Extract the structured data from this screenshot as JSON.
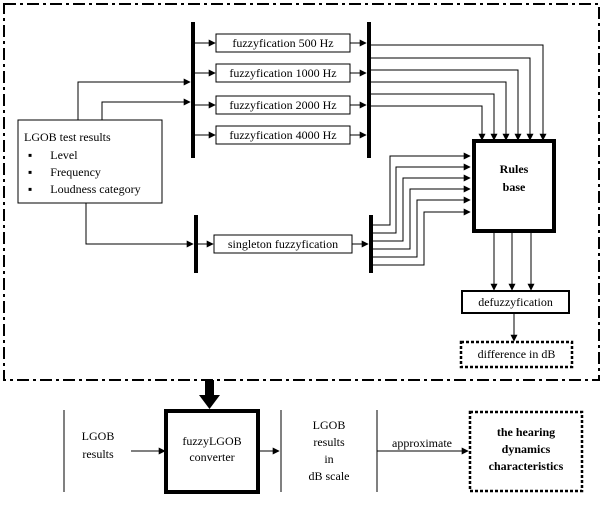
{
  "fuzzy_boxes": [
    "fuzzyfication 500 Hz",
    "fuzzyfication 1000 Hz",
    "fuzzyfication 2000 Hz",
    "fuzzyfication 4000 Hz"
  ],
  "singleton": "singleton fuzzyfication",
  "lgob_box": {
    "title": "LGOB test results",
    "items": [
      "Level",
      "Frequency",
      "Loudness category"
    ]
  },
  "rules": {
    "line1": "Rules",
    "line2": "base"
  },
  "defuzz": "defuzzyfication",
  "difference": "difference in dB",
  "bottom": {
    "lgob_results": {
      "line1": "LGOB",
      "line2": "results"
    },
    "converter": {
      "line1": "fuzzyLGOB",
      "line2": "converter"
    },
    "lgob_db": {
      "line1": "LGOB",
      "line2": "results",
      "line3": "in",
      "line4": "dB scale"
    },
    "approximate": "approximate",
    "hearing": {
      "line1": "the hearing",
      "line2": "dynamics",
      "line3": "characteristics"
    }
  }
}
